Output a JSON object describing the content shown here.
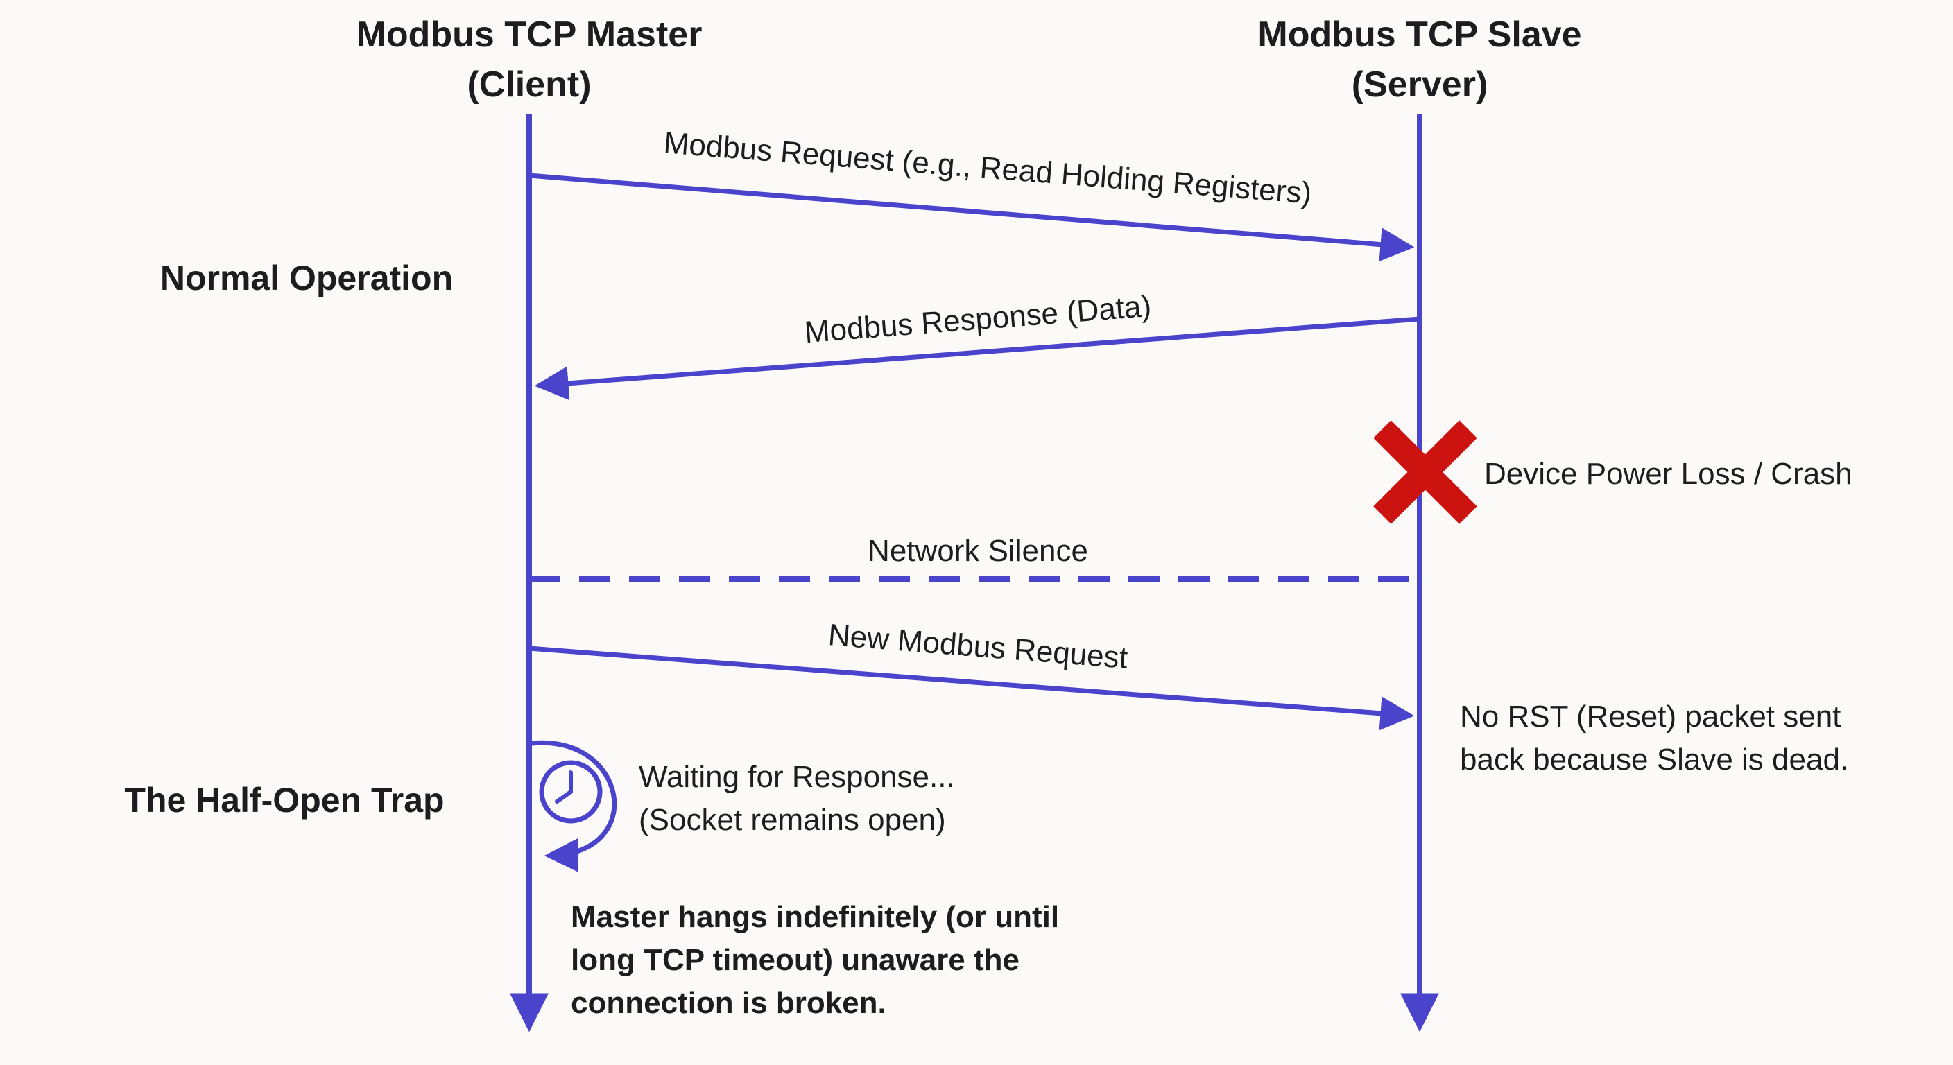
{
  "colors": {
    "accent": "#4a43cb",
    "crash": "#cc1310",
    "text": "#1d1d1f",
    "background": "#fbfaf8"
  },
  "actors": {
    "master": {
      "line1": "Modbus TCP Master",
      "line2": "(Client)"
    },
    "slave": {
      "line1": "Modbus TCP Slave",
      "line2": "(Server)"
    }
  },
  "phases": {
    "normal": "Normal Operation",
    "trap": "The Half-Open Trap"
  },
  "messages": {
    "request": "Modbus Request (e.g., Read Holding Registers)",
    "response": "Modbus Response (Data)",
    "silence": "Network Silence",
    "new_request": "New Modbus Request"
  },
  "annotations": {
    "crash": "Device Power Loss / Crash",
    "no_rst": {
      "line1": "No RST (Reset) packet sent",
      "line2": "back because Slave is dead."
    },
    "waiting": {
      "line1": "Waiting for Response...",
      "line2": "(Socket remains open)"
    },
    "hang": {
      "line1": "Master hangs indefinitely (or until",
      "line2": "long TCP timeout) unaware the",
      "line3": "connection is broken."
    }
  }
}
